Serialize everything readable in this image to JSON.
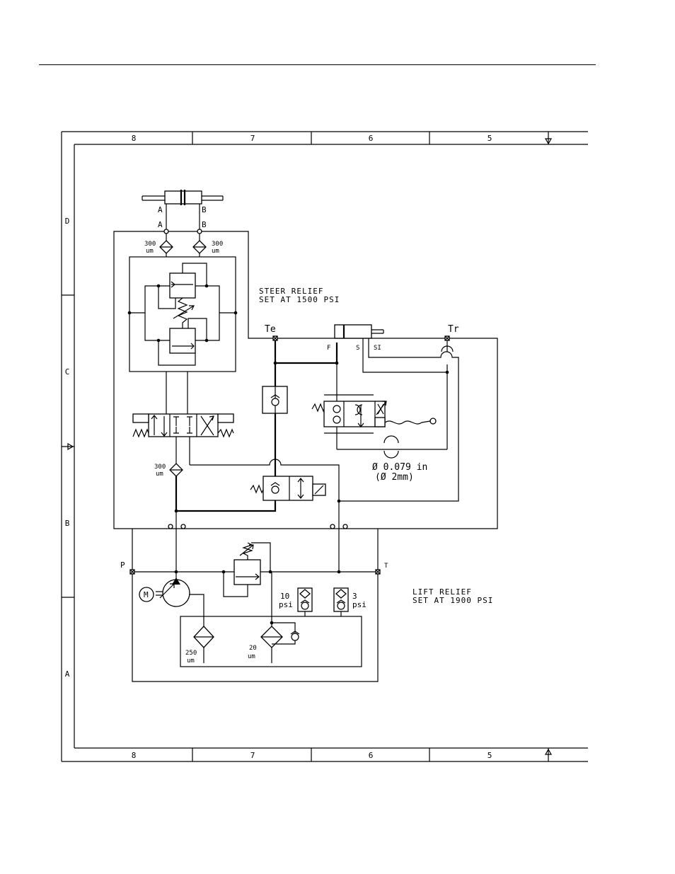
{
  "frame": {
    "top_zones": [
      "8",
      "7",
      "6",
      "5"
    ],
    "bottom_zones": [
      "8",
      "7",
      "6",
      "5"
    ],
    "side_zones": [
      "D",
      "C",
      "B",
      "A"
    ]
  },
  "cylinder": {
    "port_a": "A",
    "port_b": "B",
    "block_port_a": "A",
    "block_port_b": "B"
  },
  "filters": {
    "steer_a": {
      "line1": "300",
      "line2": "um"
    },
    "steer_b": {
      "line1": "300",
      "line2": "um"
    },
    "pressure": {
      "line1": "300",
      "line2": "um"
    },
    "suction": {
      "line1": "250",
      "line2": "um"
    },
    "return": {
      "line1": "20",
      "line2": "um"
    }
  },
  "labels": {
    "steer_relief_1": "STEER RELIEF",
    "steer_relief_2": "SET AT 1500 PSI",
    "lift_relief_1": "LIFT RELIEF",
    "lift_relief_2": "SET AT 1900 PSI",
    "orifice_1": "Ø 0.079 in",
    "orifice_2": "(Ø 2mm)"
  },
  "ports": {
    "te": "Te",
    "tr": "Tr",
    "f": "F",
    "s": "S",
    "sl": "SI",
    "p": "P",
    "t": "T"
  },
  "check_valves": {
    "ten": {
      "line1": "10",
      "line2": "psi"
    },
    "three": {
      "line1": "3",
      "line2": "psi"
    }
  },
  "motor": {
    "label": "M"
  }
}
